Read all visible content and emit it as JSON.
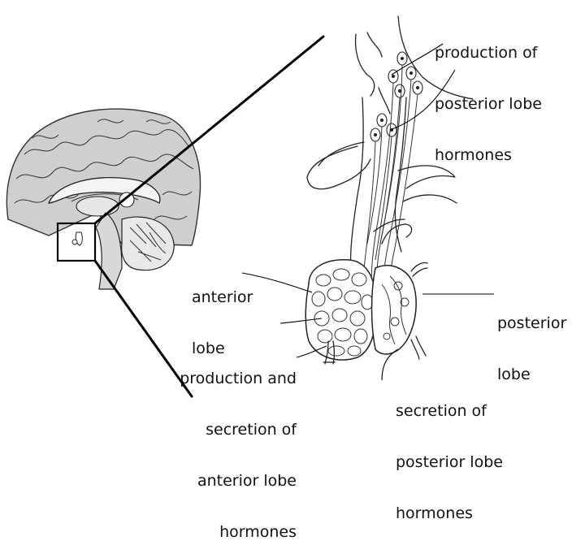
{
  "labels": {
    "production_posterior": [
      "production of",
      "posterior lobe",
      "hormones"
    ],
    "anterior_lobe": [
      "anterior",
      "lobe"
    ],
    "posterior_lobe": [
      "posterior",
      "lobe"
    ],
    "production_anterior": [
      "production and",
      "secretion of",
      "anterior lobe",
      "hormones"
    ],
    "secretion_posterior": [
      "secretion of",
      "posterior lobe",
      "hormones"
    ]
  }
}
